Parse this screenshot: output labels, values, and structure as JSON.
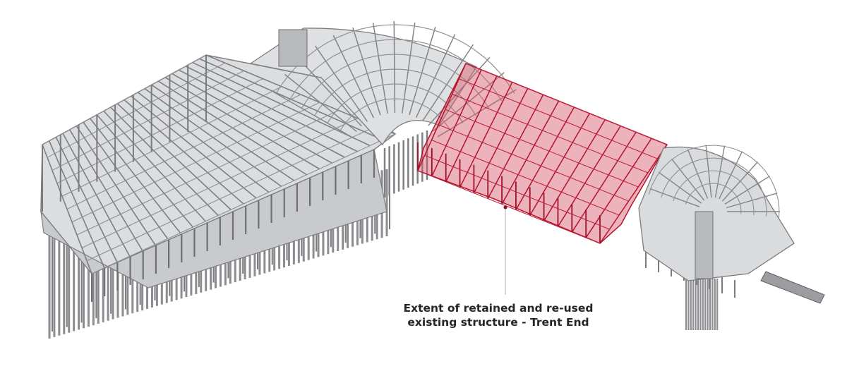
{
  "diagram": {
    "colors": {
      "steel": "#a9aaad",
      "steel_dark": "#6f7073",
      "steel_light": "#d9dadc",
      "pile": "#8c8d90",
      "highlight_fill": "#d8566b",
      "highlight_stroke": "#b5122c",
      "leader": "#b0b0b0",
      "label": "#262626"
    },
    "highlighted_zone": "retained-trent-end",
    "annotation": {
      "line1": "Extent of retained and re-used",
      "line2": "existing structure - Trent End"
    }
  }
}
